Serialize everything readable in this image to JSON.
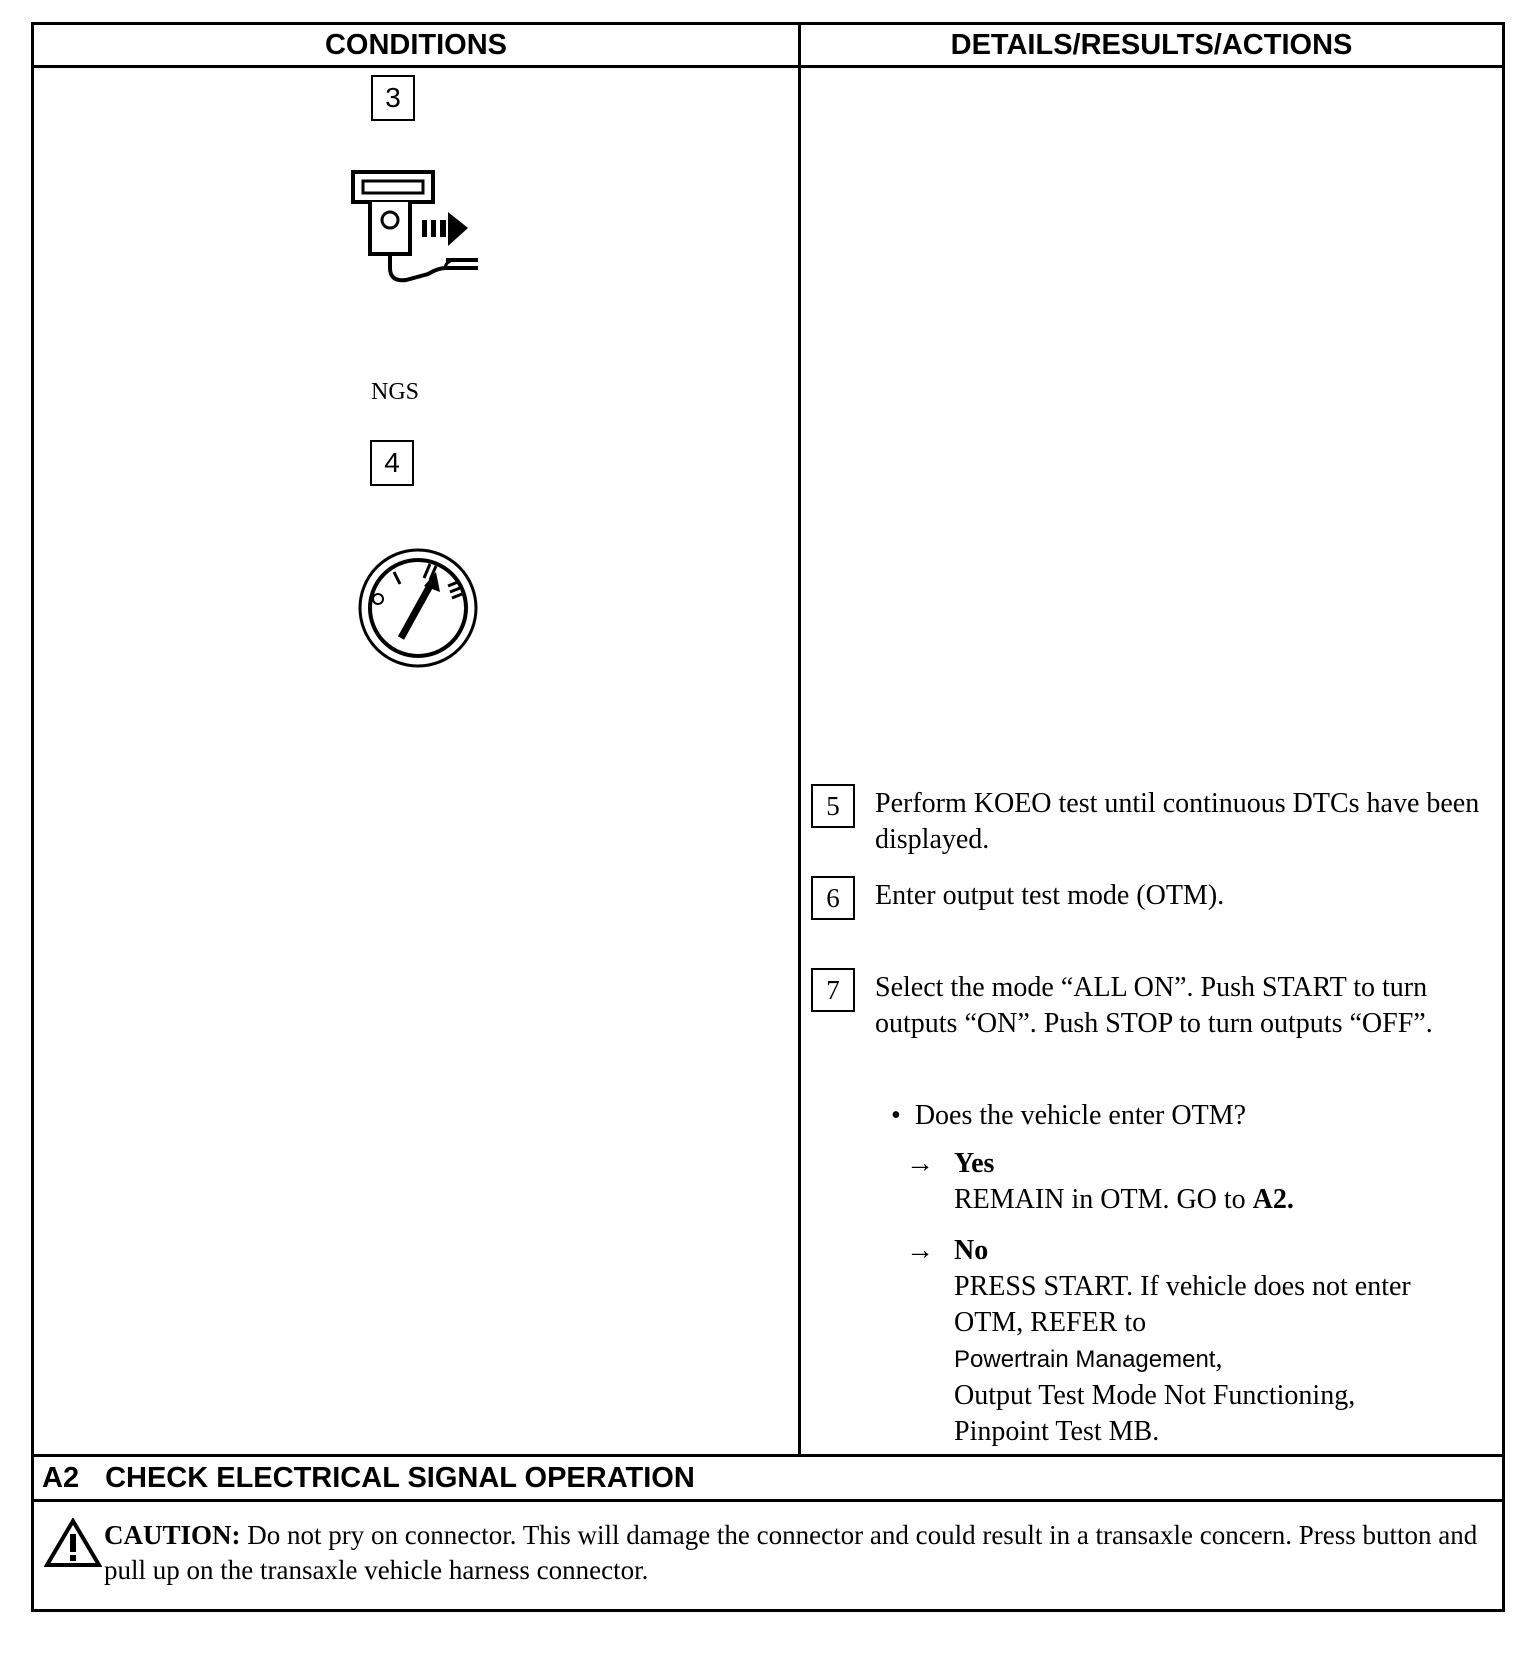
{
  "header": {
    "conditions": "CONDITIONS",
    "details": "DETAILS/RESULTS/ACTIONS"
  },
  "conditions": {
    "step3": "3",
    "tool_label": "NGS",
    "step4": "4",
    "ignition_icon": "ignition-switch-icon",
    "tool_icon": "ngs-scan-tool-icon"
  },
  "steps": [
    {
      "num": "5",
      "text": "Perform KOEO test until continuous DTCs have been displayed."
    },
    {
      "num": "6",
      "text": "Enter output test mode (OTM)."
    },
    {
      "num": "7",
      "text": "Select the mode “ALL ON”. Push START to turn outputs “ON”. Push STOP to turn outputs “OFF”."
    }
  ],
  "question": "Does the vehicle enter OTM?",
  "answers": {
    "arrow": "→",
    "yes_label": "Yes",
    "yes_text": "REMAIN in OTM. GO to",
    "yes_ref": "A2.",
    "no_label": "No",
    "no_text": "PRESS START. If vehicle does not enter OTM, REFER to",
    "no_ref_manual": "Powertrain Management",
    "no_ref_comma": ",",
    "no_ref_line1": "Output Test Mode Not Functioning,",
    "no_ref_line2": "Pinpoint Test MB."
  },
  "section": {
    "id": "A2",
    "title": "CHECK ELECTRICAL SIGNAL OPERATION"
  },
  "caution": {
    "label": "CAUTION:",
    "text": " Do not pry on connector. This will damage the connector and could result in a transaxle concern. Press button and pull up on the transaxle vehicle harness connector.",
    "icon": "warning-triangle-icon"
  }
}
